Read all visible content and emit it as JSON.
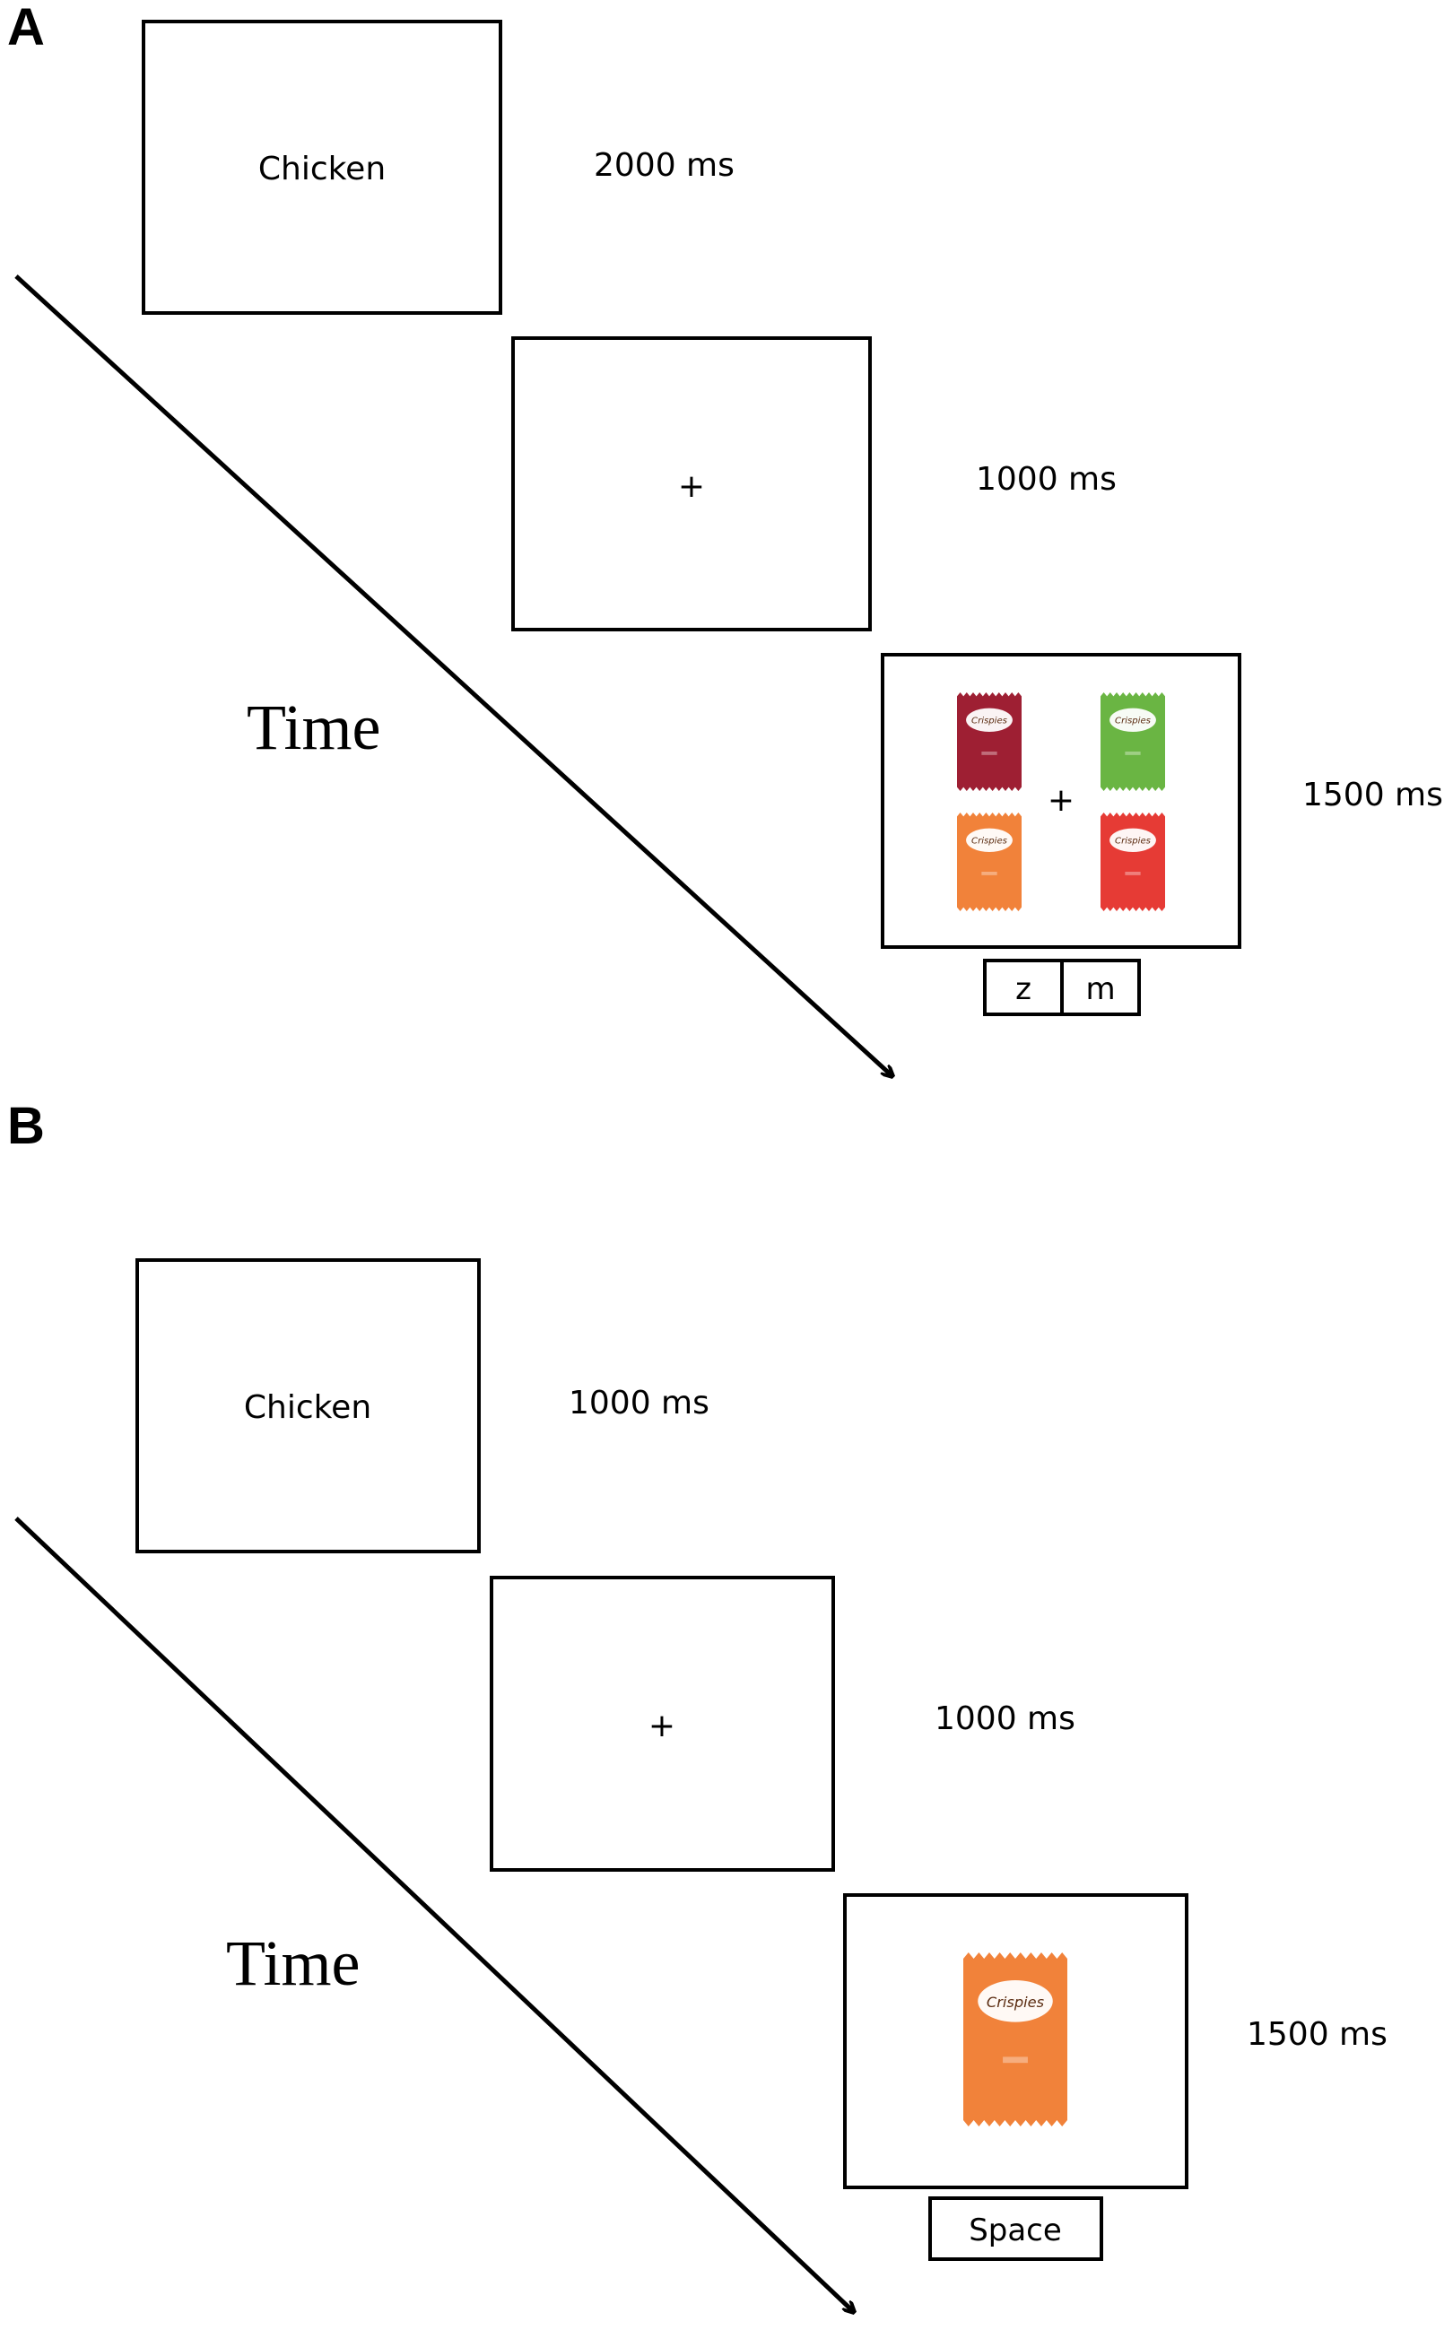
{
  "panelA": {
    "label": "A",
    "cue_word": "Chicken",
    "cue_duration": "2000 ms",
    "fixation": "+",
    "fixation_duration": "1000 ms",
    "display_fixation": "+",
    "display_duration": "1500 ms",
    "time_label": "Time",
    "keys": [
      "z",
      "m"
    ],
    "bags": [
      {
        "brand": "Crispies",
        "color": "#9e1f33"
      },
      {
        "brand": "Crispies",
        "color": "#6ab543"
      },
      {
        "brand": "Crispies",
        "color": "#f1823a"
      },
      {
        "brand": "Crispies",
        "color": "#e63b35"
      }
    ]
  },
  "panelB": {
    "label": "B",
    "cue_word": "Chicken",
    "cue_duration": "1000 ms",
    "fixation": "+",
    "fixation_duration": "1000 ms",
    "display_duration": "1500 ms",
    "time_label": "Time",
    "key": "Space",
    "bag": {
      "brand": "Crispies",
      "color": "#f1823a"
    }
  }
}
